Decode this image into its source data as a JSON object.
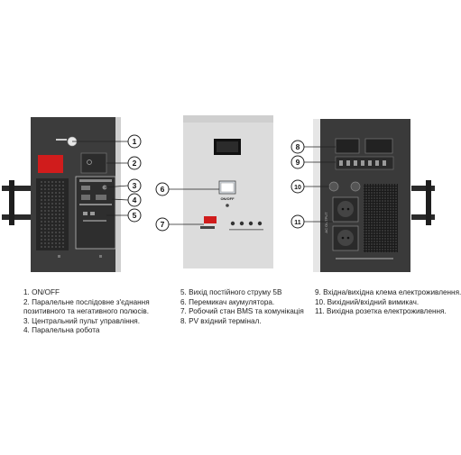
{
  "callouts": [
    "1",
    "2",
    "3",
    "4",
    "5",
    "6",
    "7",
    "8",
    "9",
    "10",
    "11"
  ],
  "panel_labels": {
    "on_off": "ON/OFF",
    "ac_output": "AC OUTPUT"
  },
  "legend": {
    "col1": [
      "1. ON/OFF",
      "2. Паралельне послідовне з'єднання",
      "позитивного та негативного полюсів.",
      "3. Центральний пульт управління.",
      "4. Паралельна робота"
    ],
    "col2": [
      "5. Вихід постійного струму 5В",
      "6. Перемикач акумулятора.",
      "7. Робочий стан BMS та комунікація",
      "8. PV вхідний термінал."
    ],
    "col3": [
      "9. Вхідна/вихідна клема електроживлення.",
      "10. Вихідний/вхідний вимикач.",
      "11. Вихідна розетка електроживлення."
    ]
  },
  "colors": {
    "body_dark": "#3a3a3a",
    "body_light": "#d9d9d9",
    "red_switch": "#d01c1c",
    "callout_stroke": "#222222"
  }
}
